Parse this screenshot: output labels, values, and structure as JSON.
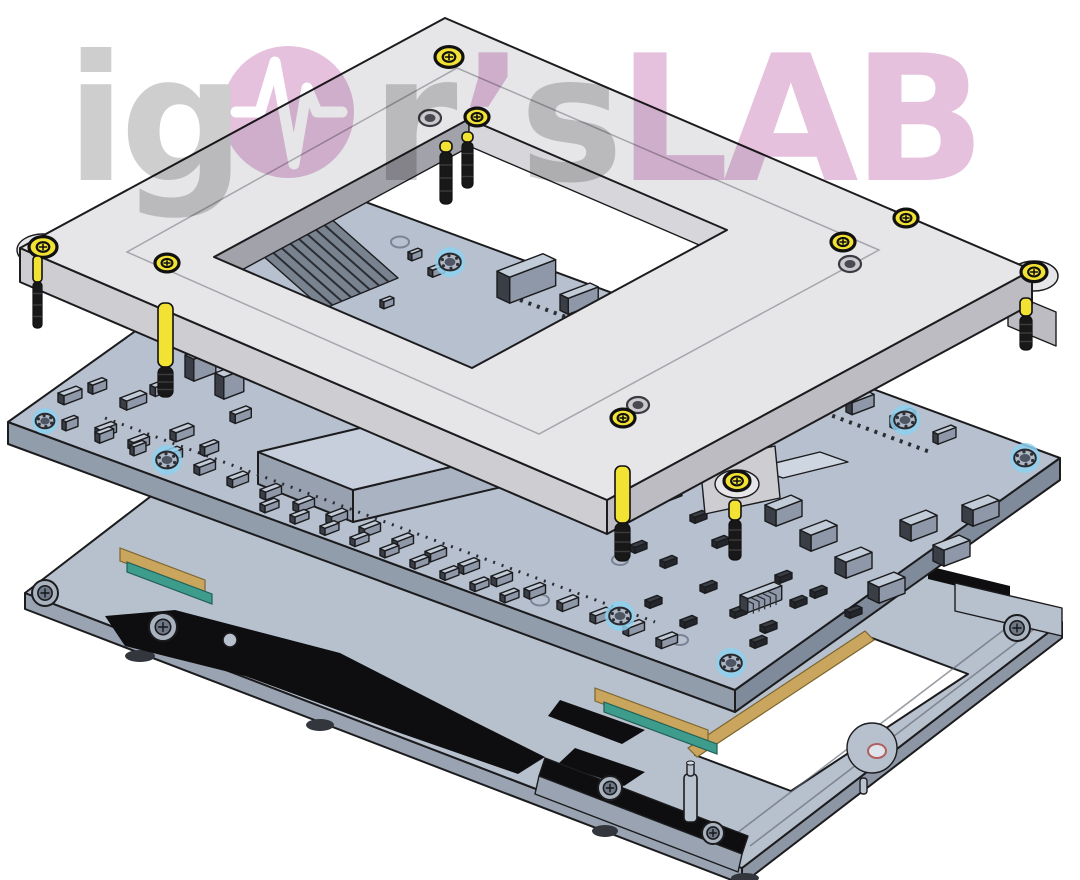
{
  "watermark": {
    "gray_prefix": "ig",
    "logo_icon": "pulse-circle-icon",
    "gray_mid": "r",
    "apostrophe": "’",
    "gray_suffix": "s",
    "pink_suffix": "LAB"
  },
  "colors": {
    "background": "#ffffff",
    "outline": "#1c1c1e",
    "frame_top": "#e6e6e9",
    "frame_side": "#cdcdd2",
    "frame_side_dark": "#bcbcc2",
    "frame_inner_wall": "#a2a2aa",
    "pcb_top": "#b6c0ce",
    "pcb_side": "#929dac",
    "pcb_side_dark": "#7f8a9a",
    "slab_top": "#c6cfdb",
    "slab_front": "#a9b3c1",
    "slab_side": "#97a1b0",
    "comp_top": "#c2ccd9",
    "comp_front": "#8e98a8",
    "comp_dark": "#3a3f47",
    "base_top": "#b7c0cd",
    "base_side": "#99a3b1",
    "base_black": "#0e0e10",
    "screw_yellow": "#f2e234",
    "screw_black": "#181818",
    "hole_highlight": "#8dd0ee",
    "hole_pad": "#adb7c5",
    "hole_dark": "#4e5663",
    "gold": "#c9a55d",
    "green_pcb": "#3e9c8c",
    "watermark_gray": "#a6a6a6",
    "watermark_pink": "#cf8ec1"
  }
}
